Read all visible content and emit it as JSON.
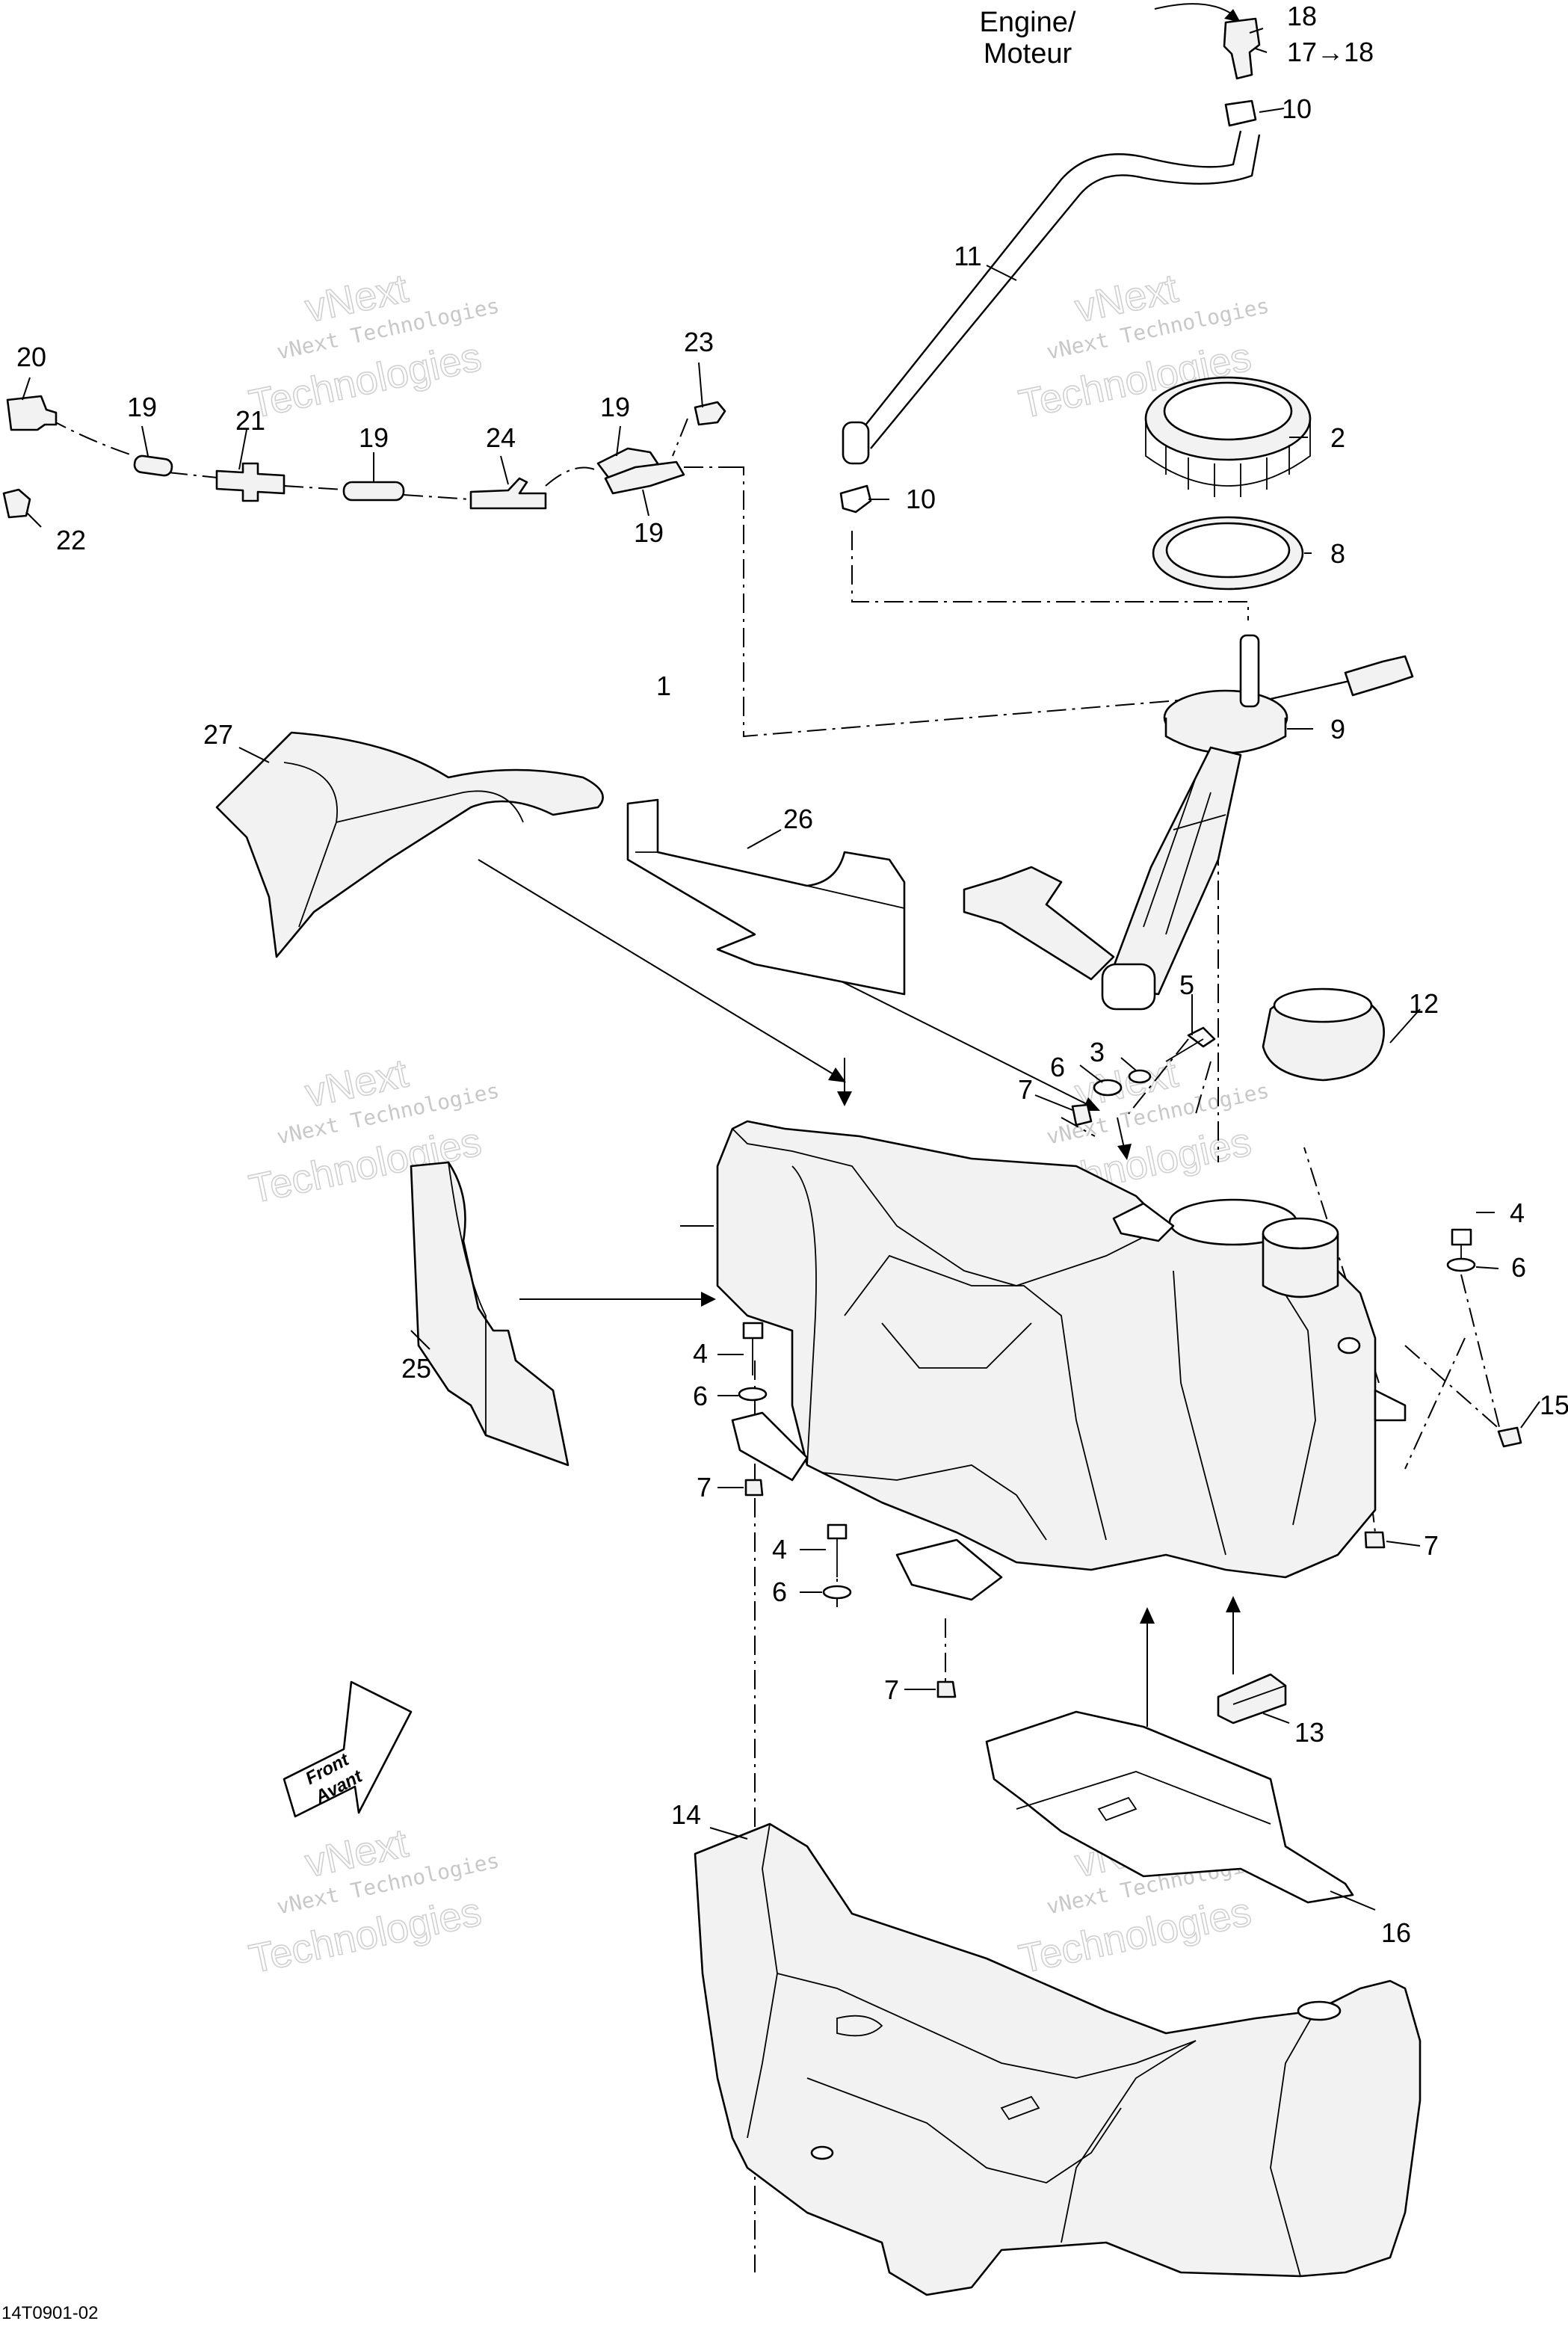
{
  "engine_label": {
    "line1": "Engine/",
    "line2": "Moteur"
  },
  "callouts": [
    {
      "id": "c1",
      "text": "1"
    },
    {
      "id": "c2",
      "text": "2"
    },
    {
      "id": "c3",
      "text": "3"
    },
    {
      "id": "c4a",
      "text": "4"
    },
    {
      "id": "c4b",
      "text": "4"
    },
    {
      "id": "c4c",
      "text": "4"
    },
    {
      "id": "c5",
      "text": "5"
    },
    {
      "id": "c6a",
      "text": "6"
    },
    {
      "id": "c6b",
      "text": "6"
    },
    {
      "id": "c6c",
      "text": "6"
    },
    {
      "id": "c6d",
      "text": "6"
    },
    {
      "id": "c7a",
      "text": "7"
    },
    {
      "id": "c7b",
      "text": "7"
    },
    {
      "id": "c7c",
      "text": "7"
    },
    {
      "id": "c7d",
      "text": "7"
    },
    {
      "id": "c8",
      "text": "8"
    },
    {
      "id": "c9",
      "text": "9"
    },
    {
      "id": "c10a",
      "text": "10"
    },
    {
      "id": "c10b",
      "text": "10"
    },
    {
      "id": "c11",
      "text": "11"
    },
    {
      "id": "c12",
      "text": "12"
    },
    {
      "id": "c13",
      "text": "13"
    },
    {
      "id": "c14",
      "text": "14"
    },
    {
      "id": "c15",
      "text": "15"
    },
    {
      "id": "c16",
      "text": "16"
    },
    {
      "id": "c17",
      "text": "17→18"
    },
    {
      "id": "c18",
      "text": "18"
    },
    {
      "id": "c19a",
      "text": "19"
    },
    {
      "id": "c19b",
      "text": "19"
    },
    {
      "id": "c19c",
      "text": "19"
    },
    {
      "id": "c19d",
      "text": "19"
    },
    {
      "id": "c20",
      "text": "20"
    },
    {
      "id": "c21",
      "text": "21"
    },
    {
      "id": "c22",
      "text": "22"
    },
    {
      "id": "c23",
      "text": "23"
    },
    {
      "id": "c24",
      "text": "24"
    },
    {
      "id": "c25",
      "text": "25"
    },
    {
      "id": "c26",
      "text": "26"
    },
    {
      "id": "c27",
      "text": "27"
    }
  ],
  "watermark": {
    "line1": "vNext",
    "line2": "vNext Technologies",
    "line3": "Technologies"
  },
  "front_arrow": {
    "line1": "Front",
    "line2": "Avant"
  },
  "diagram_code": "14T0901-02"
}
